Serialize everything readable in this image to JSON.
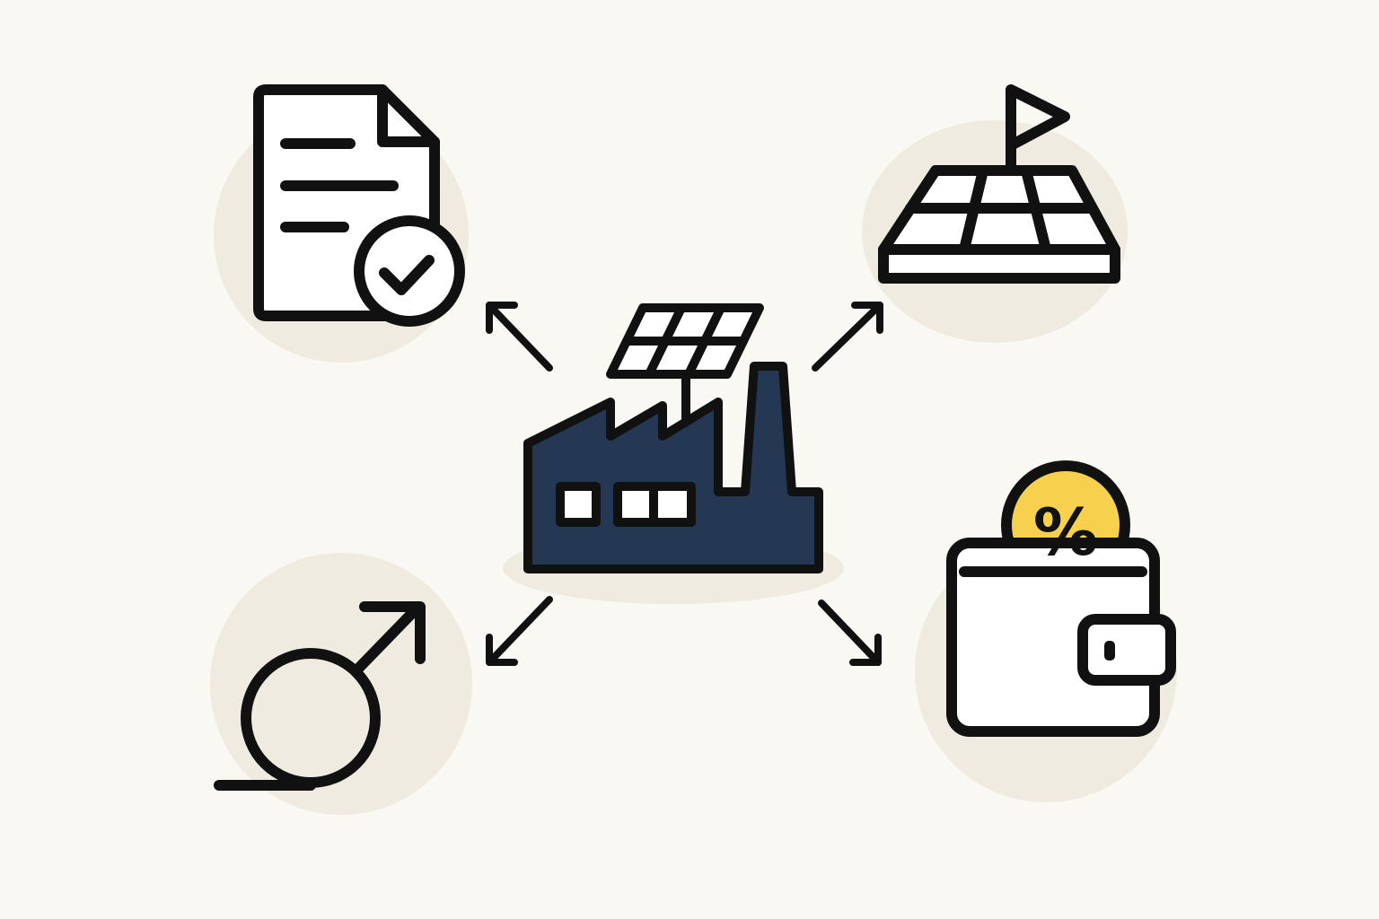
{
  "colors": {
    "background": "#faf8f3",
    "blob": "#efebe1",
    "stroke": "#111111",
    "factory": "#243853",
    "window": "#ffffff",
    "coin": "#f7d14d",
    "panel": "#ffffff"
  },
  "diagram": {
    "center": {
      "icon": "factory-with-solar-panel-icon"
    },
    "items": [
      {
        "id": "document",
        "icon": "approved-document-icon",
        "direction": "top-left"
      },
      {
        "id": "land",
        "icon": "land-plot-with-flag-icon",
        "direction": "top-right"
      },
      {
        "id": "growth",
        "icon": "circle-with-arrow-icon",
        "direction": "bottom-left"
      },
      {
        "id": "tax",
        "icon": "wallet-with-percent-coin-icon",
        "direction": "bottom-right"
      }
    ],
    "coin_symbol": "%"
  }
}
